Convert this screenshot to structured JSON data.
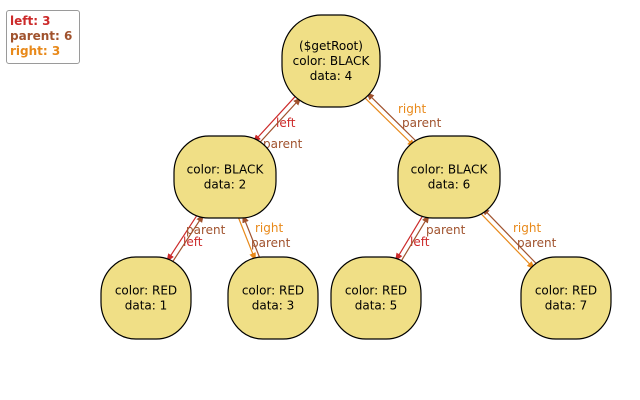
{
  "legend": [
    {
      "id": "left",
      "text": "left: 3",
      "color": "#cc2a2a"
    },
    {
      "id": "parent",
      "text": "parent: 6",
      "color": "#a0522d"
    },
    {
      "id": "right",
      "text": "right: 3",
      "color": "#e8891a"
    }
  ],
  "colors": {
    "node_fill": "#f0df86",
    "left": "#cc2a2a",
    "parent": "#a0522d",
    "right": "#e8891a"
  },
  "nodes": [
    {
      "id": "n4",
      "lines": [
        "($getRoot)",
        "color: BLACK",
        "data: 4"
      ]
    },
    {
      "id": "n2",
      "lines": [
        "color: BLACK",
        "data: 2"
      ]
    },
    {
      "id": "n6",
      "lines": [
        "color: BLACK",
        "data: 6"
      ]
    },
    {
      "id": "n1",
      "lines": [
        "color: RED",
        "data: 1"
      ]
    },
    {
      "id": "n3",
      "lines": [
        "color: RED",
        "data: 3"
      ]
    },
    {
      "id": "n5",
      "lines": [
        "color: RED",
        "data: 5"
      ]
    },
    {
      "id": "n7",
      "lines": [
        "color: RED",
        "data: 7"
      ]
    }
  ],
  "edges": [
    {
      "from": "n4",
      "to": "n2",
      "type": "left",
      "label": "left"
    },
    {
      "from": "n2",
      "to": "n4",
      "type": "parent",
      "label": "parent"
    },
    {
      "from": "n4",
      "to": "n6",
      "type": "right",
      "label": "right"
    },
    {
      "from": "n6",
      "to": "n4",
      "type": "parent",
      "label": "parent"
    },
    {
      "from": "n2",
      "to": "n1",
      "type": "left",
      "label": "left"
    },
    {
      "from": "n1",
      "to": "n2",
      "type": "parent",
      "label": "parent"
    },
    {
      "from": "n2",
      "to": "n3",
      "type": "right",
      "label": "right"
    },
    {
      "from": "n3",
      "to": "n2",
      "type": "parent",
      "label": "parent"
    },
    {
      "from": "n6",
      "to": "n5",
      "type": "left",
      "label": "left"
    },
    {
      "from": "n5",
      "to": "n6",
      "type": "parent",
      "label": "parent"
    },
    {
      "from": "n6",
      "to": "n7",
      "type": "right",
      "label": "right"
    },
    {
      "from": "n7",
      "to": "n6",
      "type": "parent",
      "label": "parent"
    }
  ]
}
